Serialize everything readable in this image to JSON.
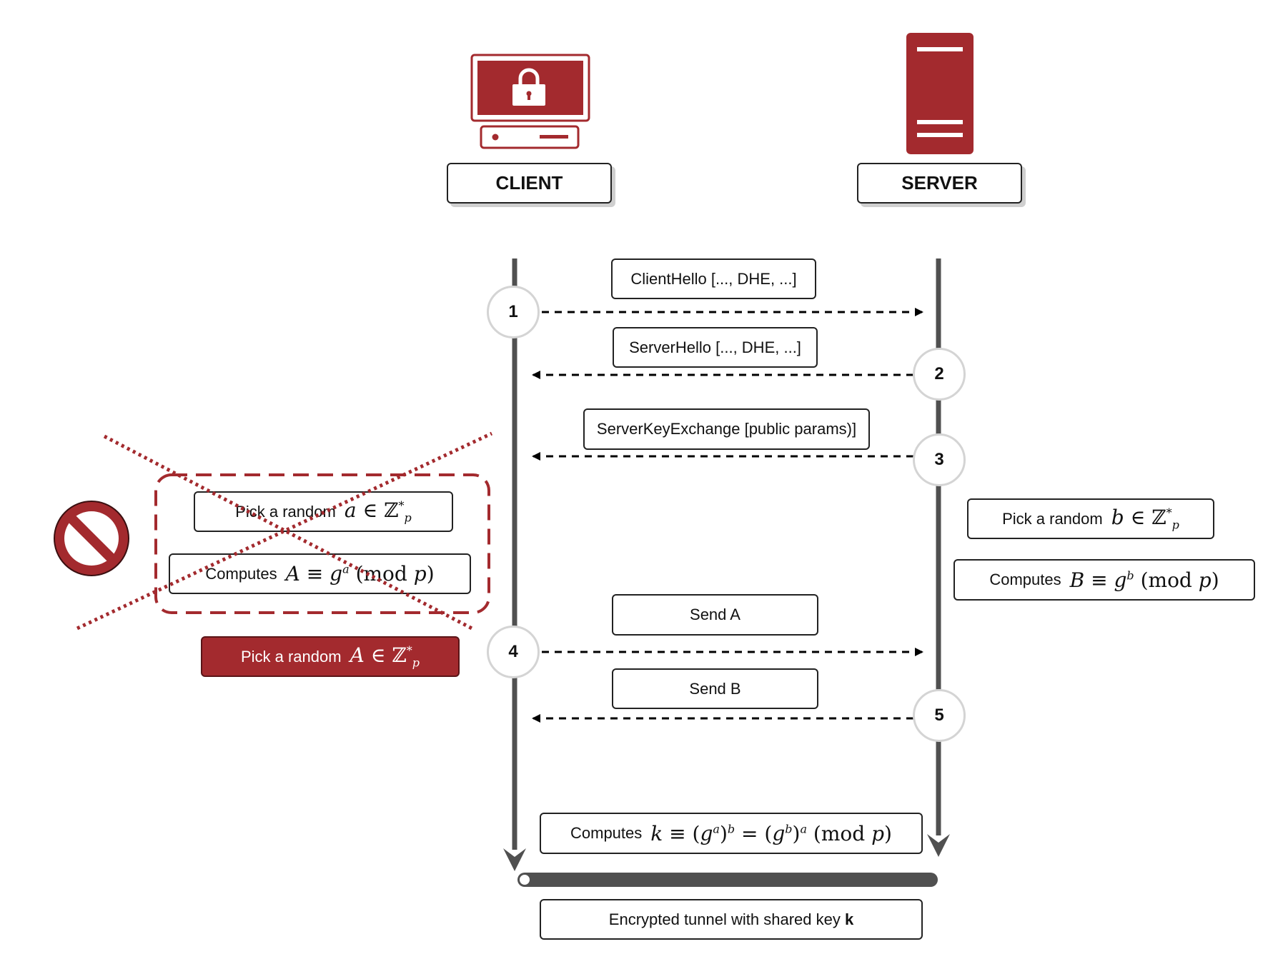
{
  "colors": {
    "accent_red": "#a32a2e",
    "line_gray": "#505050",
    "step_ring": "#d4d4d4"
  },
  "participants": {
    "client": {
      "label": "CLIENT",
      "icon": "secure-computer-icon"
    },
    "server": {
      "label": "SERVER",
      "icon": "server-tower-icon"
    }
  },
  "steps": [
    "1",
    "2",
    "3",
    "4",
    "5"
  ],
  "messages": {
    "client_hello": "ClientHello [..., DHE, ...]",
    "server_hello": "ServerHello [..., DHE, ...]",
    "server_key_exchange": "ServerKeyExchange [public params)]",
    "send_a": "Send A",
    "send_b": "Send B"
  },
  "client_crossed_out": {
    "pick_label": "Pick a random",
    "pick_var": "a",
    "compute_label": "Computes",
    "compute_lhs": "A",
    "compute_exp": "a"
  },
  "client_replacement": {
    "pick_label": "Pick a random",
    "pick_var": "A"
  },
  "server_actions": {
    "pick_label": "Pick a random",
    "pick_var": "b",
    "compute_label": "Computes",
    "compute_lhs": "B",
    "compute_exp": "b"
  },
  "math_symbols": {
    "element_of": "∈",
    "set": "ℤ",
    "star": "*",
    "modulus": "p",
    "base": "g",
    "equiv": "≡",
    "mod": "mod"
  },
  "shared_key": {
    "label": "Computes",
    "var": "k"
  },
  "tunnel": {
    "text": "Encrypted tunnel with shared key ",
    "key": "k"
  }
}
